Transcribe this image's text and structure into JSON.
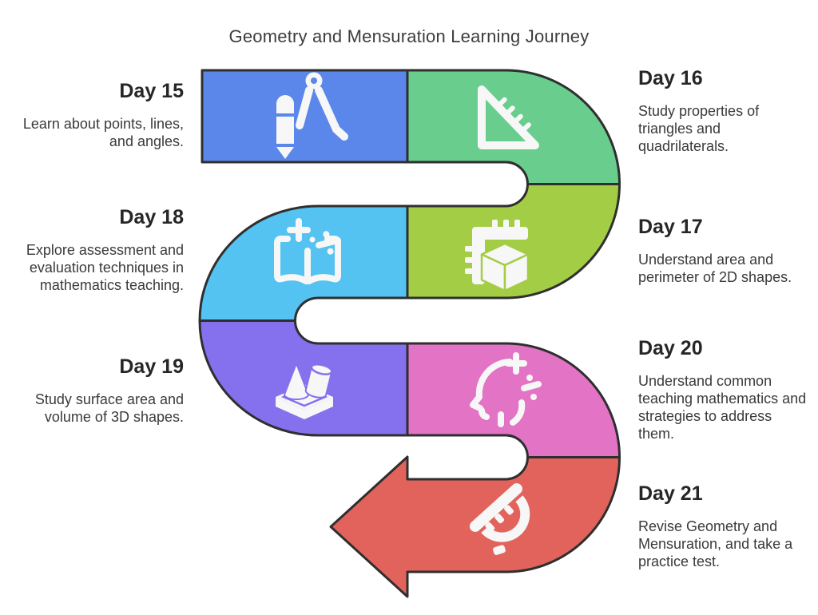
{
  "title": "Geometry and Mensuration Learning Journey",
  "colors": {
    "outline": "#2f2f2f",
    "icon": "#f7f7f7",
    "heading_text": "#262626",
    "body_text": "#3a3a3a",
    "background": "#ffffff"
  },
  "steps": [
    {
      "id": "day-15",
      "day": "Day 15",
      "description": "Learn about points, lines, and angles.",
      "color": "#5b87ea",
      "icon": "drafting-compass-icon",
      "side": "left"
    },
    {
      "id": "day-16",
      "day": "Day 16",
      "description": "Study properties of triangles and quadrilaterals.",
      "color": "#69cd8e",
      "icon": "set-square-icon",
      "side": "right"
    },
    {
      "id": "day-17",
      "day": "Day 17",
      "description": "Understand area and perimeter of 2D shapes.",
      "color": "#a3cd45",
      "icon": "ruler-cube-icon",
      "side": "right"
    },
    {
      "id": "day-18",
      "day": "Day 18",
      "description": "Explore assessment and evaluation techniques in mathematics teaching.",
      "color": "#55c3f2",
      "icon": "math-book-icon",
      "side": "left"
    },
    {
      "id": "day-19",
      "day": "Day 19",
      "description": "Study surface area and volume of 3D shapes.",
      "color": "#8570ee",
      "icon": "solid-shapes-icon",
      "side": "left"
    },
    {
      "id": "day-20",
      "day": "Day 20",
      "description": "Understand common teaching mathematics and strategies to address them.",
      "color": "#e273c5",
      "icon": "math-mind-icon",
      "side": "right"
    },
    {
      "id": "day-21",
      "day": "Day 21",
      "description": "Revise Geometry and Mensuration, and take a practice test.",
      "color": "#e2635c",
      "icon": "protractor-icon",
      "side": "right"
    }
  ]
}
